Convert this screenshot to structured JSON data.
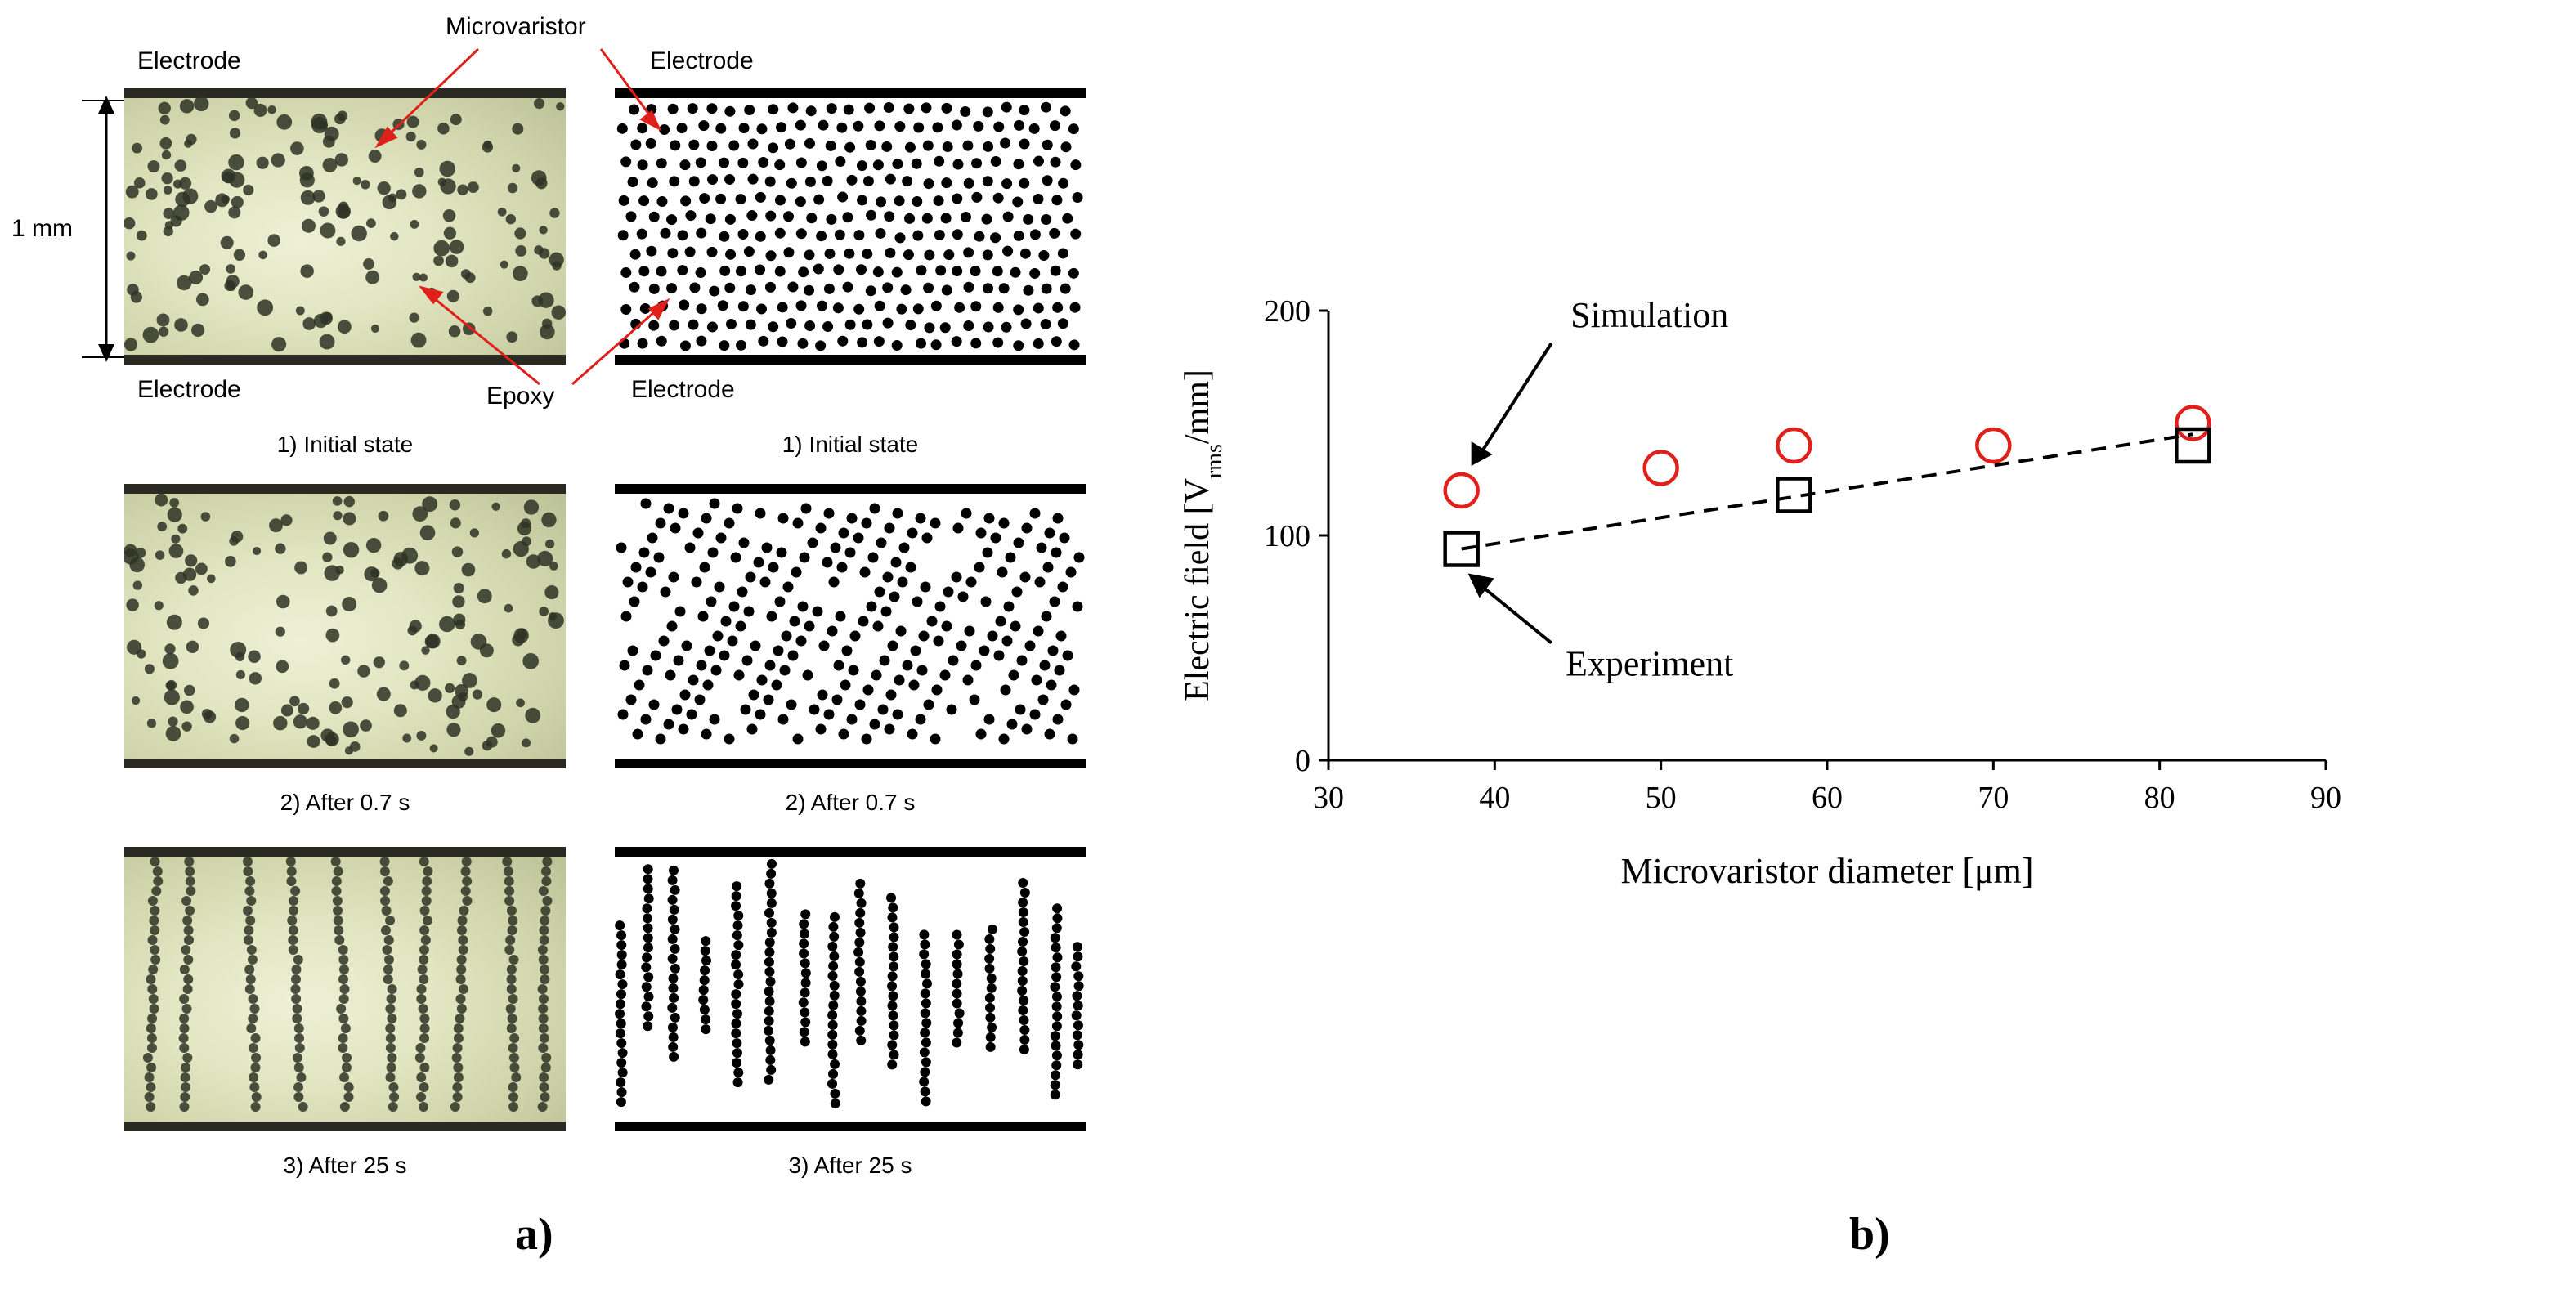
{
  "panel_a": {
    "letter": "a)",
    "labels": {
      "electrode_tl": "Electrode",
      "electrode_tr": "Electrode",
      "electrode_bl": "Electrode",
      "electrode_br": "Electrode",
      "microvaristor": "Microvaristor",
      "epoxy": "Epoxy",
      "scale": "1 mm"
    },
    "captions": {
      "r1_left": "1) Initial state",
      "r1_right": "1) Initial state",
      "r2_left": "2) After 0.7 s",
      "r2_right": "2) After 0.7 s",
      "r3_left": "3) After 25 s",
      "r3_right": "3) After 25 s"
    }
  },
  "panel_b": {
    "letter": "b)",
    "annotations": {
      "simulation": "Simulation",
      "experiment": "Experiment"
    },
    "colors": {
      "simulation": "#e0201b",
      "experiment": "#000000",
      "axis": "#000000"
    }
  },
  "chart_data": {
    "type": "scatter",
    "title": "",
    "xlabel": "Microvaristor diameter [μm]",
    "ylabel_main": "Electric field [V",
    "ylabel_sub": "rms",
    "ylabel_tail": "/mm]",
    "xlim": [
      30,
      90
    ],
    "ylim": [
      0,
      200
    ],
    "xticks": [
      30,
      40,
      50,
      60,
      70,
      80,
      90
    ],
    "yticks": [
      0,
      100,
      200
    ],
    "grid": false,
    "series": [
      {
        "name": "Simulation",
        "marker": "circle",
        "x": [
          38,
          50,
          58,
          70,
          82
        ],
        "y": [
          120,
          130,
          140,
          140,
          150
        ]
      },
      {
        "name": "Experiment",
        "marker": "square",
        "x": [
          38,
          58,
          82
        ],
        "y": [
          94,
          118,
          140
        ]
      }
    ],
    "trendline": {
      "style": "dashed",
      "x": [
        38,
        82
      ],
      "y": [
        94,
        145
      ]
    }
  }
}
